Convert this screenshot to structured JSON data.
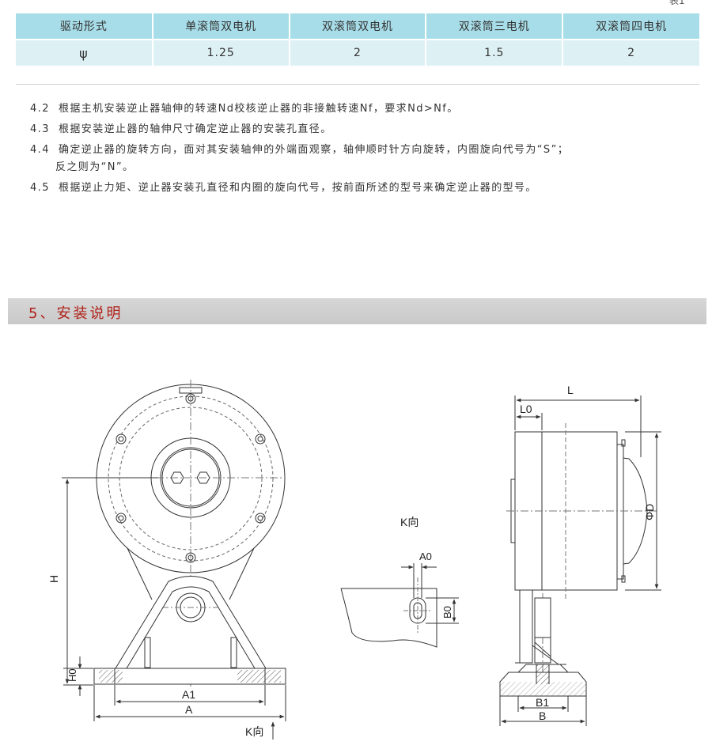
{
  "corner_mark": "表1",
  "drive_table": {
    "headers": [
      "驱动形式",
      "单滚筒双电机",
      "双滚筒双电机",
      "双滚筒三电机",
      "双滚筒四电机"
    ],
    "row": [
      "ψ",
      "1.25",
      "2",
      "1.5",
      "2"
    ]
  },
  "notes": [
    {
      "num": "4.2",
      "text": "根据主机安装逆止器轴伸的转速Nd校核逆止器的非接触转速Nf，要求Nd>Nf。"
    },
    {
      "num": "4.3",
      "text": "根据安装逆止器的轴伸尺寸确定逆止器的安装孔直径。"
    },
    {
      "num": "4.4",
      "text": "确定逆止器的旋转方向，面对其安装轴伸的外端面观察，轴伸顺时针方向旋转，内圈旋向代号为“S”；",
      "cont": "反之则为“N”。"
    },
    {
      "num": "4.5",
      "text": "根据逆止力矩、逆止器安装孔直径和内圈的旋向代号，按前面所述的型号来确定逆止器的型号。"
    }
  ],
  "section": {
    "title": "5、安装说明"
  },
  "drawing": {
    "front": {
      "H": "H",
      "H0": "H0",
      "A1": "A1",
      "A": "A",
      "k_view": "K向"
    },
    "detail": {
      "title": "K向",
      "A0": "A0",
      "B0": "B0"
    },
    "side": {
      "L": "L",
      "L0": "L0",
      "D": "ΦD",
      "B1": "B1",
      "B": "B"
    }
  }
}
